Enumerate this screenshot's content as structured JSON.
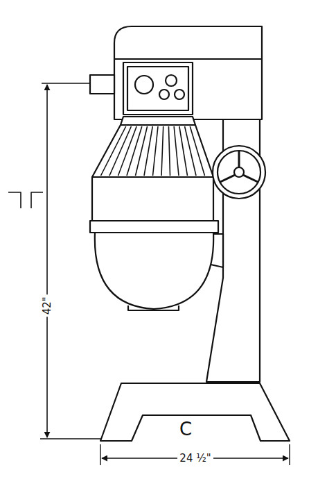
{
  "diagram": {
    "labels": [
      "42\"",
      "24 ½\"",
      "C"
    ]
  }
}
